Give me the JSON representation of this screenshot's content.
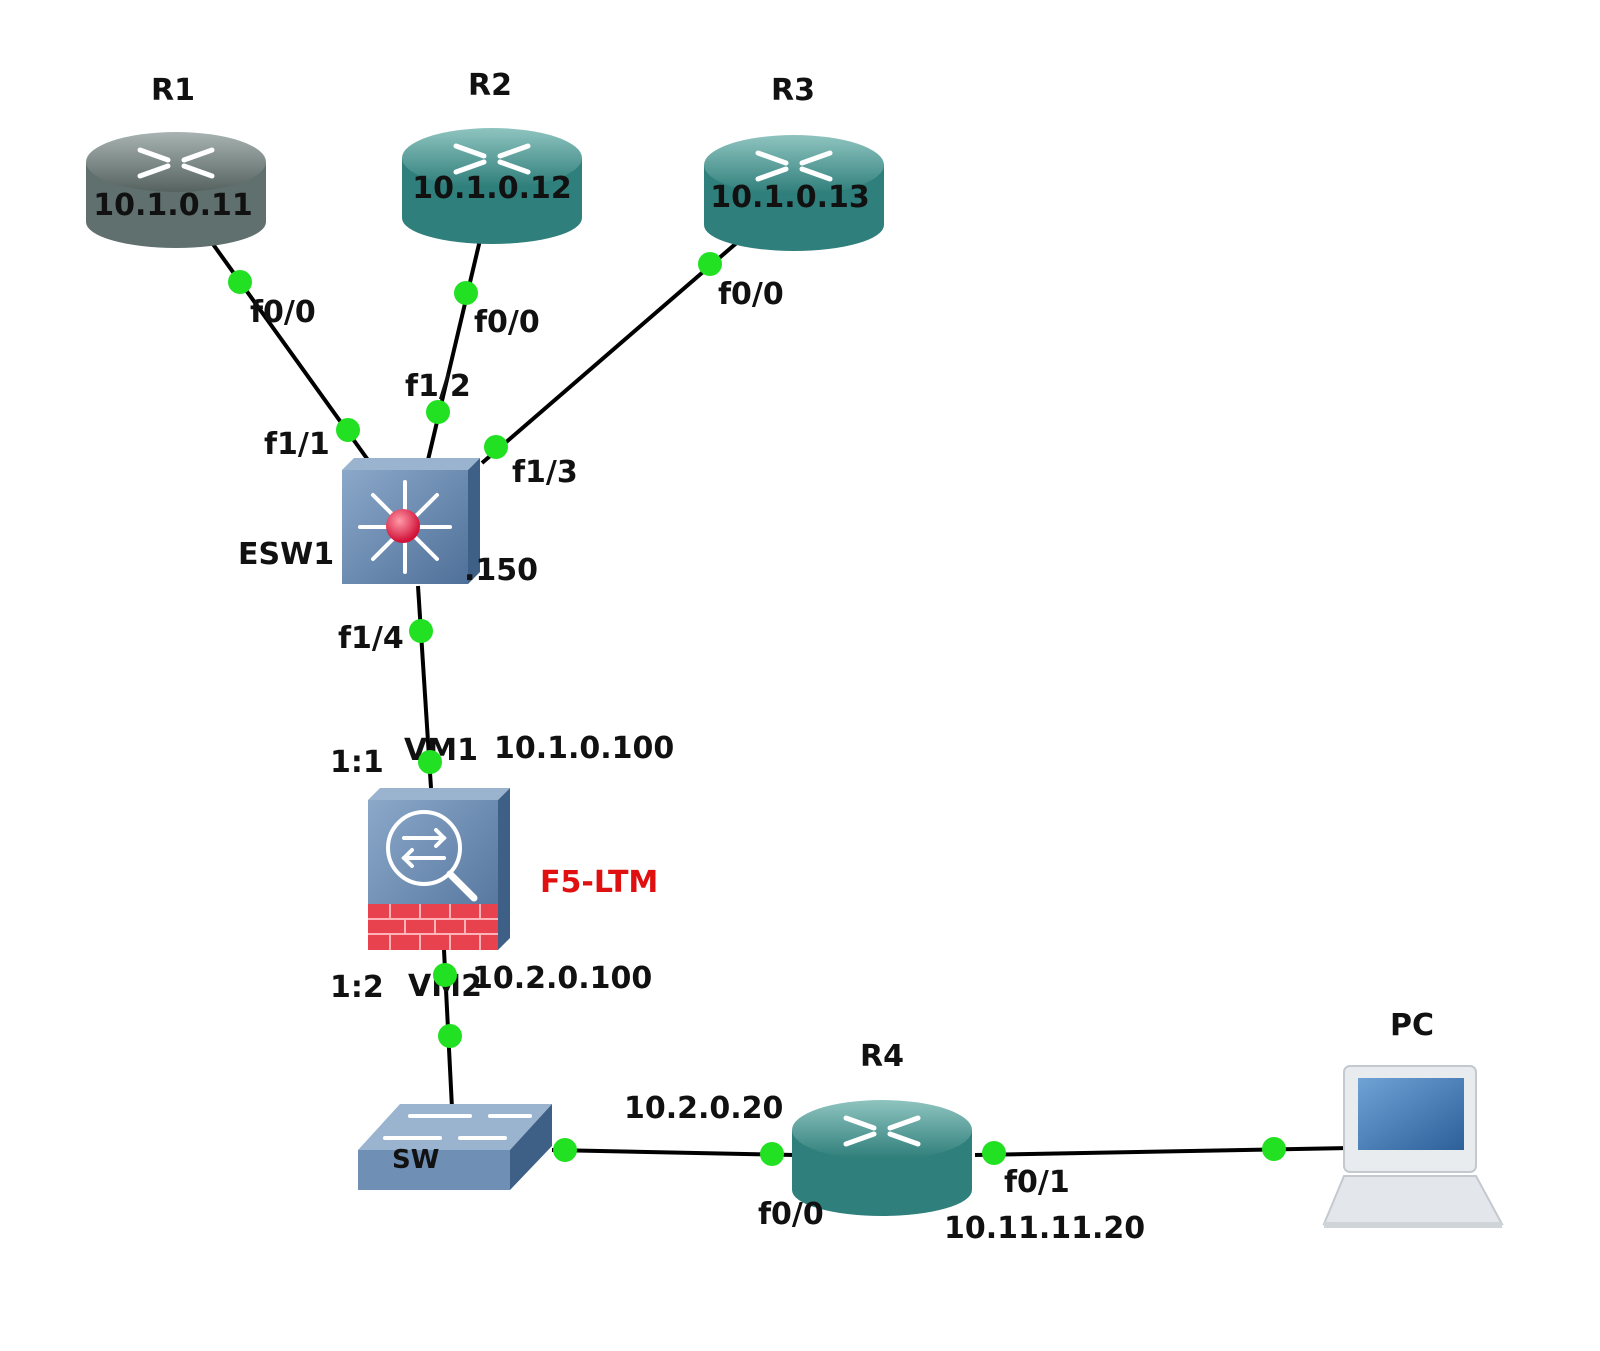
{
  "devices": {
    "r1": {
      "name": "R1",
      "ip": "10.1.0.11"
    },
    "r2": {
      "name": "R2",
      "ip": "10.1.0.12"
    },
    "r3": {
      "name": "R3",
      "ip": "10.1.0.13"
    },
    "esw1": {
      "name": "ESW1",
      "ip_suffix": ".150"
    },
    "f5": {
      "name": "F5-LTM",
      "vm1": "VM1",
      "vm2": "VM2",
      "ip1": "10.1.0.100",
      "ip2": "10.2.0.100"
    },
    "sw": {
      "name": "SW"
    },
    "r4": {
      "name": "R4",
      "ip1": "10.2.0.20",
      "ip2": "10.11.11.20"
    },
    "pc": {
      "name": "PC"
    }
  },
  "ports": {
    "r1_f0_0": "f0/0",
    "r2_f0_0": "f0/0",
    "r3_f0_0": "f0/0",
    "esw1_f1_1": "f1/1",
    "esw1_f1_2": "f1/2",
    "esw1_f1_3": "f1/3",
    "esw1_f1_4": "f1/4",
    "f5_1_1": "1:1",
    "f5_1_2": "1:2",
    "r4_f0_0": "f0/0",
    "r4_f0_1": "f0/1"
  },
  "colors": {
    "router_grey": "#5f706e",
    "router_teal": "#2f7f7c",
    "switch_blue": "#5b7fa6",
    "port_green": "#22e022",
    "f5_label": "#e01010",
    "link": "#000000"
  }
}
